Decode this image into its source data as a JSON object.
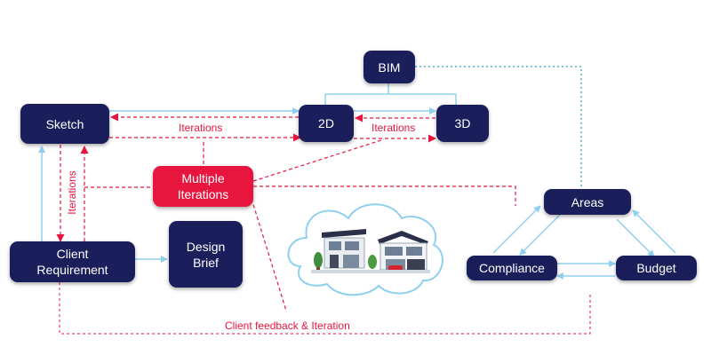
{
  "nodes": {
    "bim": "BIM",
    "sketch": "Sketch",
    "two_d": "2D",
    "three_d": "3D",
    "multiple_iterations": [
      "Multiple",
      "Iterations"
    ],
    "areas": "Areas",
    "client_requirement": [
      "Client",
      "Requirement"
    ],
    "design_brief": [
      "Design",
      "Brief"
    ],
    "compliance": "Compliance",
    "budget": "Budget"
  },
  "labels": {
    "iterations_sketch_2d": "Iterations",
    "iterations_2d_3d": "Iterations",
    "iterations_vertical": "Iterations",
    "client_feedback": "Client feedback & Iteration"
  },
  "colors": {
    "navy": "#1a1f5c",
    "red": "#e8163f",
    "light_blue": "#8fd0ee",
    "dotted_blue": "#5aa7c9"
  },
  "illustration": "house-in-cloud-illustration"
}
